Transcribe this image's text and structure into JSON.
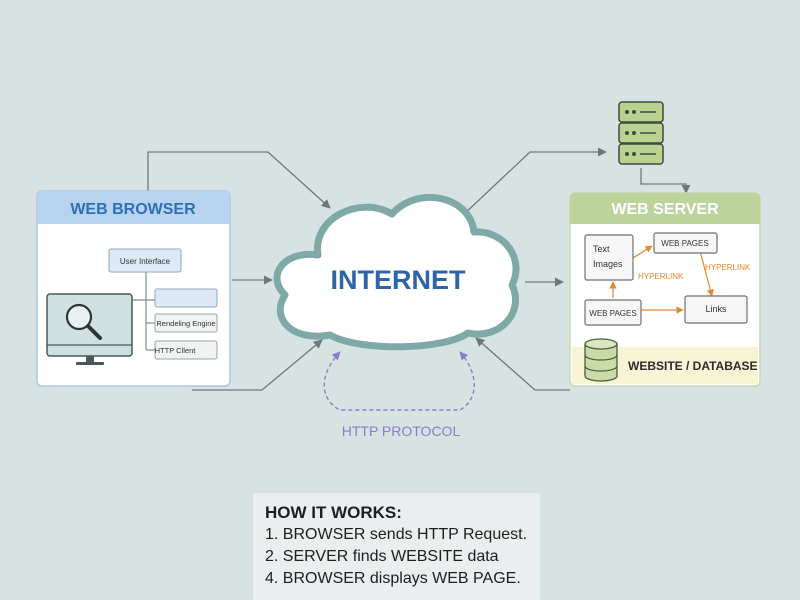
{
  "browser": {
    "title": "WEB BROWSER",
    "components": {
      "user_interface": "User Interface",
      "rendering_engine": "Rendeling Engine",
      "http_client": "HTTP Cllent"
    },
    "icon": "monitor-magnifier-icon"
  },
  "internet": {
    "label": "INTERNET"
  },
  "protocol": {
    "label": "HTTP PROTOCOL"
  },
  "server": {
    "title": "WEB SERVER",
    "icon": "server-rack-icon",
    "content": {
      "text_box": [
        "Text",
        "Images"
      ],
      "web_pages_top": "WEB PAGES",
      "web_pages_bottom": "WEB PAGES",
      "links": "Links",
      "hyperlink_1": "HYPERLINK",
      "hyperlink_2": "HYPERLINK"
    },
    "database_label": "WEBSITE / DATABASE",
    "database_icon": "database-icon"
  },
  "how_it_works": {
    "title": "HOW IT WORKS:",
    "steps": [
      "1. BROWSER sends HTTP Request.",
      "2. SERVER finds WEBSITE data",
      "4. BROWSER displays WEB PAGE."
    ]
  },
  "colors": {
    "background": "#d7e3e3",
    "browser_accent": "#2f6fb3",
    "server_accent": "#8aaa5e",
    "internet_text": "#2e64a8",
    "hyperlink": "#e3872c",
    "protocol": "#8a7cc9"
  }
}
